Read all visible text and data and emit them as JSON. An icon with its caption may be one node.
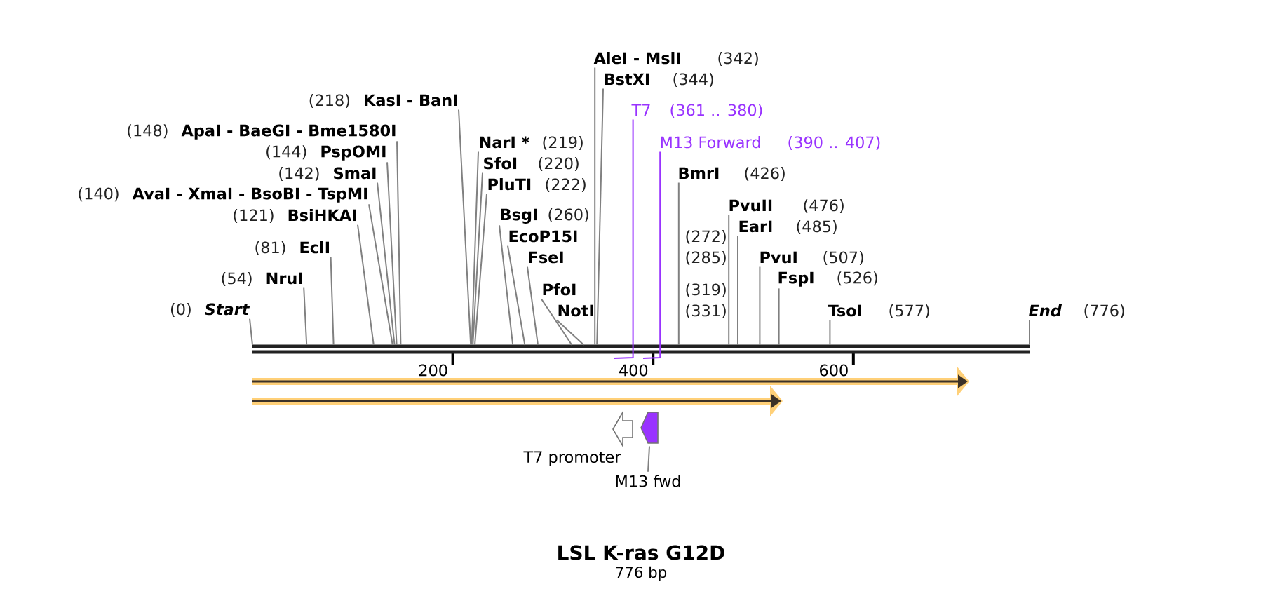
{
  "diagram": {
    "title": "LSL K-ras G12D",
    "caption": "776 bp",
    "nodes": [
      {
        "text": [
          "AleI - MslI",
          "(342)"
        ]
      },
      {
        "text": [
          "BstXI",
          "(344)"
        ]
      },
      {
        "text": [
          "(218)",
          "KasI - BanI"
        ]
      },
      {
        "text": [
          "T7",
          "(361 .. 380)"
        ]
      },
      {
        "text": [
          "(148)",
          "ApaI - BaeGI - Bme1580I"
        ]
      },
      {
        "text": [
          "NarI *",
          "(219)"
        ]
      },
      {
        "text": [
          "M13 Forward",
          "(390 .. 407)"
        ]
      },
      {
        "text": [
          "(144)",
          "PspOMI"
        ]
      },
      {
        "text": [
          "SfoI",
          "(220)"
        ]
      },
      {
        "text": [
          "(142)",
          "SmaI"
        ]
      },
      {
        "text": [
          "BmrI",
          "(426)"
        ]
      },
      {
        "text": [
          "PluTI",
          "(222)"
        ]
      },
      {
        "text": [
          "(140)",
          "AvaI - XmaI - BsoBI - TspMI"
        ]
      },
      {
        "text": [
          "PvuII",
          "(476)"
        ]
      },
      {
        "text": [
          "(121)",
          "BsiHKAI"
        ]
      },
      {
        "text": [
          "BsgI",
          "(260)"
        ]
      },
      {
        "text": [
          "EarI",
          "(485)"
        ]
      },
      {
        "text": [
          "EcoP15I",
          "(272)"
        ]
      },
      {
        "text": [
          "(81)",
          "EclI"
        ]
      },
      {
        "text": [
          "FseI",
          "(285)"
        ]
      },
      {
        "text": [
          "PvuI",
          "(507)"
        ]
      },
      {
        "text": [
          "(54)",
          "NruI"
        ]
      },
      {
        "text": [
          "FspI",
          "(526)"
        ]
      },
      {
        "text": [
          "PfoI",
          "(319)"
        ]
      },
      {
        "text": [
          "(0)",
          "Start"
        ]
      },
      {
        "text": [
          "NotI",
          "(331)"
        ]
      },
      {
        "text": [
          "TsoI",
          "(577)"
        ]
      },
      {
        "text": [
          "End",
          "(776)"
        ]
      },
      {
        "text": [],
        "shape": "bar"
      },
      {
        "text": [],
        "shape": "arrow",
        "beside": [
          "T7 promoter"
        ]
      },
      {
        "text": [],
        "shape": "arrow"
      },
      {
        "text": [
          "M13 fwd"
        ]
      }
    ],
    "edges": [
      {
        "from": 0,
        "to": 28,
        "arrow": "none"
      },
      {
        "from": 1,
        "to": 28,
        "arrow": "none"
      },
      {
        "from": 2,
        "to": 28,
        "arrow": "none"
      },
      {
        "from": 3,
        "to": 28,
        "arrow": "none",
        "color": "#9933ff"
      },
      {
        "from": 4,
        "to": 28,
        "arrow": "none"
      },
      {
        "from": 5,
        "to": 28,
        "arrow": "none"
      },
      {
        "from": 6,
        "to": 28,
        "arrow": "none",
        "color": "#9933ff"
      },
      {
        "from": 7,
        "to": 28,
        "arrow": "none"
      },
      {
        "from": 8,
        "to": 28,
        "arrow": "none"
      },
      {
        "from": 9,
        "to": 28,
        "arrow": "none"
      },
      {
        "from": 10,
        "to": 28,
        "arrow": "none"
      },
      {
        "from": 11,
        "to": 28,
        "arrow": "none"
      },
      {
        "from": 12,
        "to": 28,
        "arrow": "none"
      },
      {
        "from": 13,
        "to": 28,
        "arrow": "none"
      },
      {
        "from": 14,
        "to": 28,
        "arrow": "none"
      },
      {
        "from": 15,
        "to": 28,
        "arrow": "none"
      },
      {
        "from": 16,
        "to": 28,
        "arrow": "none"
      },
      {
        "from": 17,
        "to": 28,
        "arrow": "none"
      },
      {
        "from": 18,
        "to": 28,
        "arrow": "none"
      },
      {
        "from": 19,
        "to": 28,
        "arrow": "none"
      },
      {
        "from": 20,
        "to": 28,
        "arrow": "none"
      },
      {
        "from": 21,
        "to": 28,
        "arrow": "none"
      },
      {
        "from": 22,
        "to": 28,
        "arrow": "none"
      },
      {
        "from": 23,
        "to": 28,
        "arrow": "none"
      },
      {
        "from": 24,
        "to": 28,
        "arrow": "none"
      },
      {
        "from": 25,
        "to": 28,
        "arrow": "none"
      },
      {
        "from": 26,
        "to": 28,
        "arrow": "none"
      },
      {
        "from": 27,
        "to": 28,
        "arrow": "none"
      },
      {
        "from": 31,
        "to": 30,
        "arrow": "none"
      }
    ],
    "labels": [
      "200",
      "400",
      "600"
    ]
  }
}
